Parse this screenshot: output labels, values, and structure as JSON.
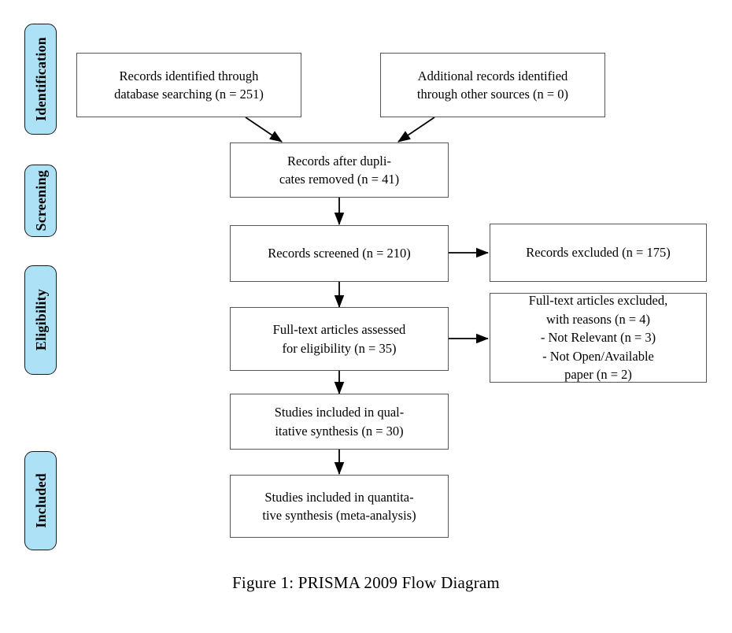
{
  "figure": {
    "caption": "Figure 1: PRISMA 2009 Flow Diagram",
    "background_color": "#ffffff",
    "phase_label_color": "#ADE1F5",
    "box_border_color": "#555555",
    "connector_color": "#000000"
  },
  "phases": [
    {
      "id": "identification",
      "label": "Identification"
    },
    {
      "id": "screening",
      "label": "Screening"
    },
    {
      "id": "eligibility",
      "label": "Eligibility"
    },
    {
      "id": "included",
      "label": "Included"
    }
  ],
  "boxes": {
    "records_identified_database": {
      "text": "Records identified through\ndatabase searching (n = 251)",
      "count": 251
    },
    "additional_records_other": {
      "text": "Additional records identified\nthrough other sources (n = 0)",
      "count": 0
    },
    "records_after_duplicates": {
      "text": "Records after dupli-\ncates removed (n = 41)",
      "count": 41
    },
    "records_screened": {
      "text": "Records screened (n = 210)",
      "count": 210
    },
    "records_excluded": {
      "text": "Records excluded (n = 175)",
      "count": 175
    },
    "fulltext_assessed": {
      "text": "Full-text articles assessed\nfor eligibility (n = 35)",
      "count": 35
    },
    "fulltext_excluded": {
      "text": "Full-text articles excluded,\nwith reasons (n = 4)\n- Not Relevant (n = 3)\n- Not Open/Available\npaper (n = 2)",
      "count": 4,
      "reasons": [
        {
          "label": "Not Relevant",
          "count": 3
        },
        {
          "label": "Not Open/Available paper",
          "count": 2
        }
      ]
    },
    "qualitative_synthesis": {
      "text": "Studies included in qual-\nitative synthesis (n = 30)",
      "count": 30
    },
    "quantitative_synthesis": {
      "text": "Studies included in quantita-\ntive synthesis (meta-analysis)",
      "count": null
    }
  },
  "flow_data": {
    "type": "flowchart",
    "title": "PRISMA 2009 Flow Diagram",
    "nodes": [
      {
        "id": "records_identified_database",
        "stage": "identification",
        "n": 251
      },
      {
        "id": "additional_records_other",
        "stage": "identification",
        "n": 0
      },
      {
        "id": "records_after_duplicates",
        "stage": "identification",
        "n": 41
      },
      {
        "id": "records_screened",
        "stage": "screening",
        "n": 210
      },
      {
        "id": "records_excluded",
        "stage": "screening",
        "n": 175
      },
      {
        "id": "fulltext_assessed",
        "stage": "eligibility",
        "n": 35
      },
      {
        "id": "fulltext_excluded",
        "stage": "eligibility",
        "n": 4
      },
      {
        "id": "qualitative_synthesis",
        "stage": "included",
        "n": 30
      },
      {
        "id": "quantitative_synthesis",
        "stage": "included",
        "n": null
      }
    ],
    "edges": [
      {
        "from": "records_identified_database",
        "to": "records_after_duplicates"
      },
      {
        "from": "additional_records_other",
        "to": "records_after_duplicates"
      },
      {
        "from": "records_after_duplicates",
        "to": "records_screened"
      },
      {
        "from": "records_screened",
        "to": "records_excluded"
      },
      {
        "from": "records_screened",
        "to": "fulltext_assessed"
      },
      {
        "from": "fulltext_assessed",
        "to": "fulltext_excluded"
      },
      {
        "from": "fulltext_assessed",
        "to": "qualitative_synthesis"
      },
      {
        "from": "qualitative_synthesis",
        "to": "quantitative_synthesis"
      }
    ]
  }
}
